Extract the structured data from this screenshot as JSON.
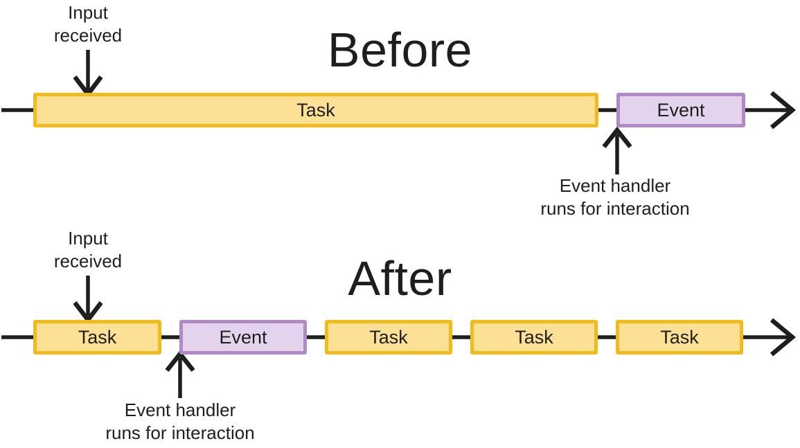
{
  "colors": {
    "task_fill": "#FBE095",
    "task_border": "#F3BA1B",
    "event_fill": "#E3D3EC",
    "event_border": "#B08AC6",
    "line_and_text": "#1E1E1E",
    "background": "#FFFFFF"
  },
  "before": {
    "title": "Before",
    "input_label": "Input\nreceived",
    "handler_label": "Event handler\nruns for interaction",
    "segments": [
      {
        "type": "task",
        "label": "Task"
      },
      {
        "type": "event",
        "label": "Event"
      }
    ]
  },
  "after": {
    "title": "After",
    "input_label": "Input\nreceived",
    "handler_label": "Event handler\nruns for interaction",
    "segments": [
      {
        "type": "task",
        "label": "Task"
      },
      {
        "type": "event",
        "label": "Event"
      },
      {
        "type": "task",
        "label": "Task"
      },
      {
        "type": "task",
        "label": "Task"
      },
      {
        "type": "task",
        "label": "Task"
      }
    ]
  }
}
